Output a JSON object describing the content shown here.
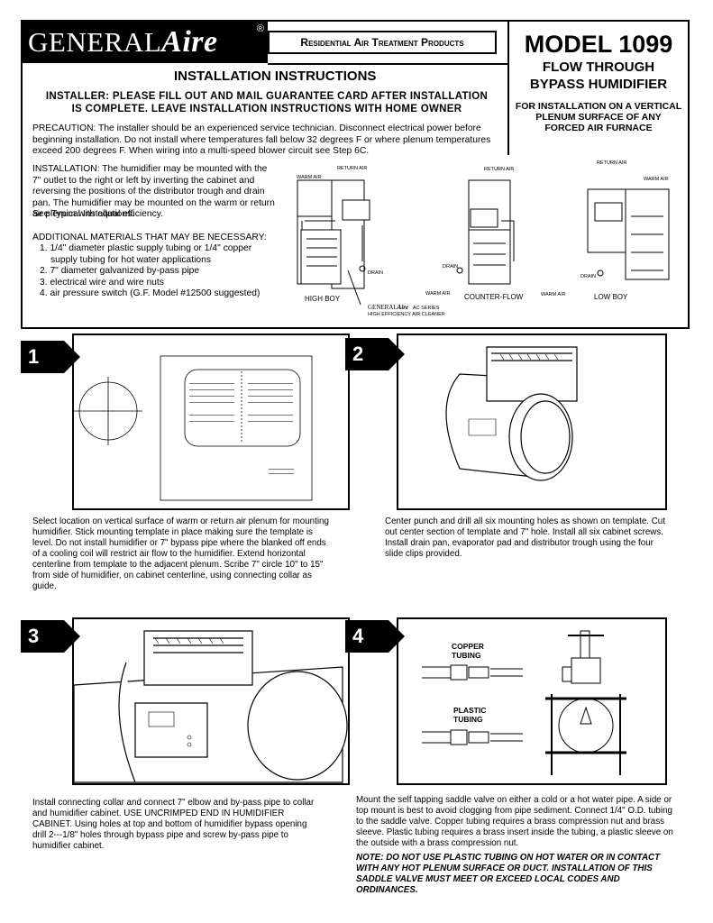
{
  "brand": {
    "name_regular": "GENERAL",
    "name_italic": "Aire",
    "reg_mark": "®"
  },
  "header": {
    "product_line": "Residential Air Treatment Products",
    "model": "MODEL 1099",
    "subtitle_1": "FLOW THROUGH",
    "subtitle_2": "BYPASS HUMIDIFIER",
    "install_note_1": "FOR INSTALLATION ON A VERTICAL",
    "install_note_2": "PLENUM SURFACE OF ANY",
    "install_note_3": "FORCED AIR FURNACE"
  },
  "instructions": {
    "title": "INSTALLATION INSTRUCTIONS",
    "installer_line_1": "INSTALLER: PLEASE FILL OUT AND MAIL GUARANTEE CARD AFTER INSTALLATION",
    "installer_line_2": "IS COMPLETE.   LEAVE INSTALLATION INSTRUCTIONS WITH HOME OWNER",
    "precaution": "PRECAUTION:  The installer should be an experienced service technician.  Disconnect electrical power before beginning installation.  Do not install where temperatures fall below 32 degrees F or where plenum temperatures exceed 200 degrees F.  When wiring into a multi-speed blower circuit see Step 6C.",
    "installation": "INSTALLATION:  The humidifier may be mounted with the 7\" outlet to the right or left by inverting the cabinet and reversing the positions of the distributor trough and drain pan.  The humidifier may be mounted on the warm or return air plenum with equal efficiency.",
    "see_typical": "See Typical Installations.",
    "materials_title": "ADDITIONAL MATERIALS THAT MAY BE NECESSARY:",
    "materials": [
      "1. 1/4\" diameter plastic supply tubing or 1/4\" copper",
      "supply tubing for hot water applications",
      "2. 7\" diameter galvanized by-pass pipe",
      "3. electrical wire and wire nuts",
      "4. air pressure switch (G.F. Model #12500 suggested)"
    ]
  },
  "diagram": {
    "return_air": "RETURN AIR",
    "warm_air": "WARM AIR",
    "drain": "DRAIN",
    "high_boy": "HIGH BOY",
    "counter_flow": "COUNTER-FLOW",
    "low_boy": "LOW BOY",
    "ac_series": "AC SERIES",
    "cleaner": "HIGH EFFICIENCY AIR CLEANER"
  },
  "steps": [
    {
      "number": "1",
      "text": "Select location on vertical surface of warm or return air plenum for mounting humidifier.  Stick mounting template in place making sure the template is level.  Do not install humidifier or 7\" bypass pipe where the blanked off ends of a cooling coil will restrict air flow to the humidifier.  Extend horizontal centerline from template to the adjacent plenum.  Scribe 7\" circle 10\" to 15\" from side of humidifier, on cabinet centerline, using connecting collar as guide."
    },
    {
      "number": "2",
      "text": "Center punch and drill all six mounting holes as shown on template.  Cut out center section of template and 7\" hole. Install all six cabinet screws. Install drain pan, evaporator pad and distributor trough using the four slide clips provided."
    },
    {
      "number": "3",
      "text": "Install connecting collar and connect 7\" elbow and by-pass pipe to collar and humidifier cabinet.   USE UNCRIMPED END IN HUMIDIFIER CABINET.  Using holes at top and bottom of humidifier bypass opening drill 2---1/8\" holes through bypass pipe and screw by-pass pipe to humidifier cabinet."
    },
    {
      "number": "4",
      "text": "Mount the self tapping saddle valve on either a cold or a hot water pipe.    A side or top mount is best to avoid clogging from pipe sediment.  Connect 1/4\" O.D. tubing to the saddle valve.  Copper tubing requires a brass compression nut and brass sleeve.  Plastic tubing requires a brass insert inside the tubing, a plastic sleeve on the outside with a brass compression nut.",
      "note": "NOTE: DO NOT USE PLASTIC TUBING ON HOT WATER OR IN CONTACT WITH ANY HOT PLENUM SURFACE OR DUCT. INSTALLATION OF THIS SADDLE VALVE MUST MEET OR EXCEED LOCAL CODES AND ORDINANCES."
    }
  ],
  "step4_labels": {
    "copper": "COPPER",
    "copper_2": "TUBING",
    "plastic": "PLASTIC",
    "plastic_2": "TUBING"
  }
}
